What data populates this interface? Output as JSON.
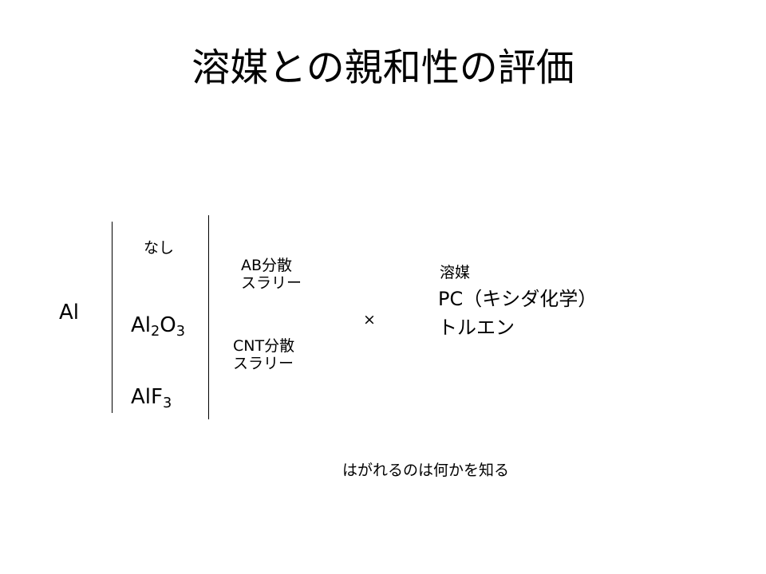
{
  "slide": {
    "title": "溶媒との親和性の評価",
    "metal": "Al",
    "coatings": {
      "none": "なし",
      "al2o3": {
        "base1": "Al",
        "sub1": "2",
        "base2": "O",
        "sub2": "3"
      },
      "alf3": {
        "base": "AlF",
        "sub": "3"
      }
    },
    "slurries": {
      "ab": {
        "line1": "AB分散",
        "line2": "スラリー"
      },
      "cnt": {
        "line1": "CNT分散",
        "line2": "スラリー"
      }
    },
    "cross": "×",
    "solvent": {
      "label": "溶媒",
      "pc": "PC（キシダ化学）",
      "toluene": "トルエン"
    },
    "note": "はがれるのは何かを知る"
  }
}
